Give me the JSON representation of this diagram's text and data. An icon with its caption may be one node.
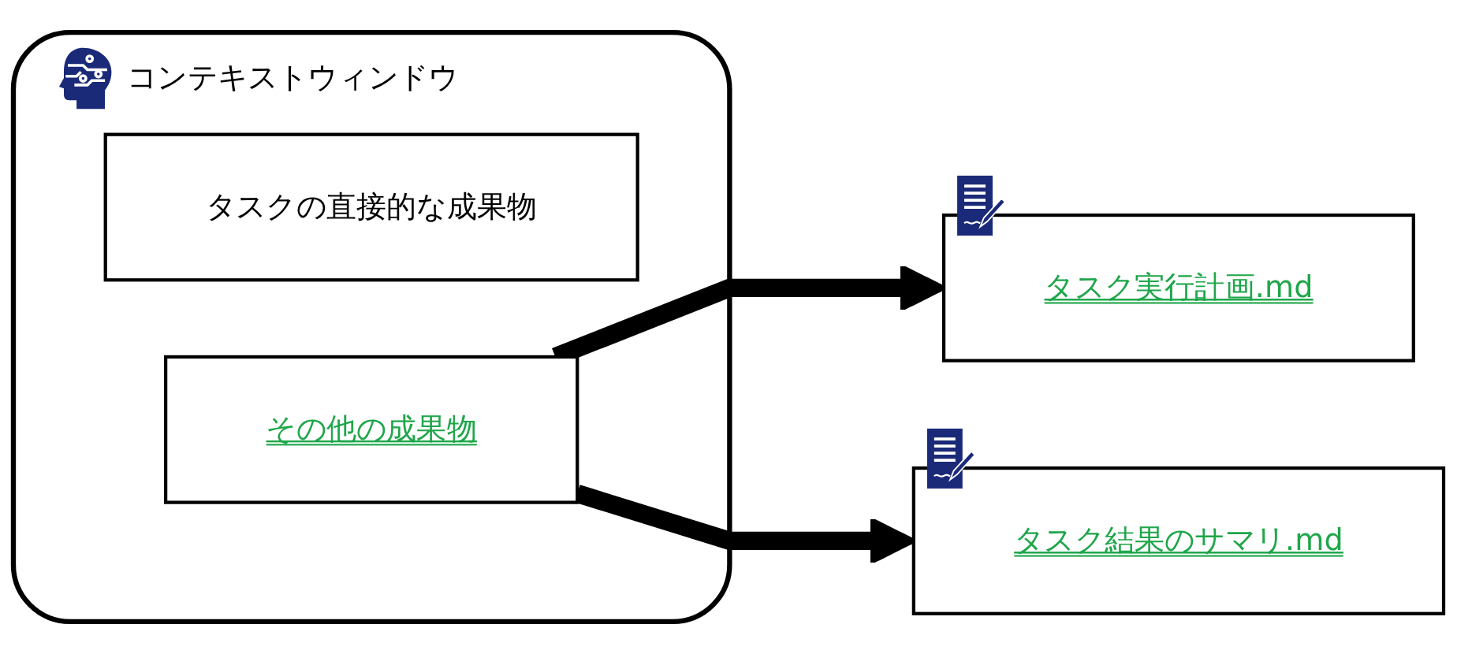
{
  "diagram": {
    "nodes": [
      {
        "text": [
          "コンテキストウィンドウ"
        ]
      },
      {
        "text": [
          "タスクの直接的な成果物"
        ],
        "in": 0
      },
      {
        "text": [
          "その他の成果物"
        ],
        "in": 0
      },
      {
        "text": [
          "タスク実行計画.md"
        ]
      },
      {
        "text": [
          "タスク結果のサマリ.md"
        ]
      }
    ],
    "edges": [
      {
        "from": 2,
        "to": 3,
        "arrow": "to"
      },
      {
        "from": 2,
        "to": 4,
        "arrow": "to"
      }
    ]
  }
}
